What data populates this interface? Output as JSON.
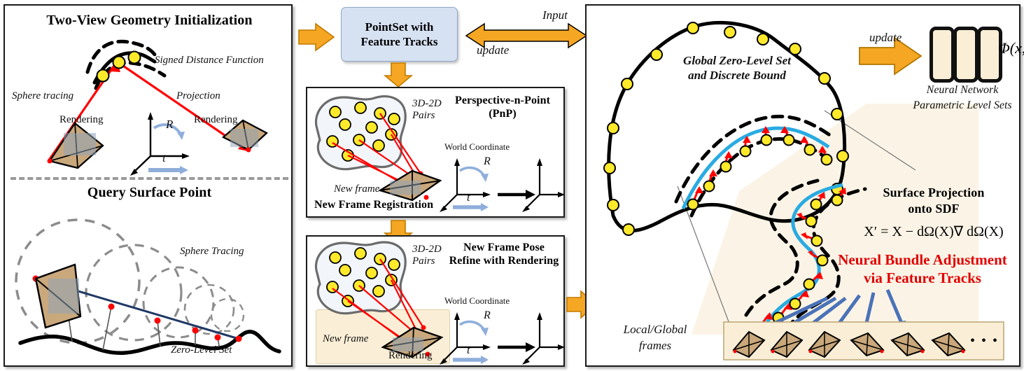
{
  "figure": {
    "kind": "method-pipeline-diagram"
  },
  "left_panel": {
    "title_top": "Two-View Geometry Initialization",
    "title_bottom": "Query Surface Point",
    "labels": {
      "sdf": "Signed Distance Function",
      "sphere_tracing": "Sphere tracing",
      "projection": "Projection",
      "rendering_left": "Rendering",
      "rendering_right": "Rendering",
      "rotation": "R",
      "translation": "t",
      "sphere_tracing_2": "Sphere Tracing",
      "zero_level_set": "Zero-Level Set"
    }
  },
  "middle_column": {
    "pointset_box": {
      "line1": "PointSet with",
      "line2": "Feature Tracks",
      "fill": "#D6E1F2"
    },
    "io_arrow": {
      "top_label": "Input",
      "bottom_label": "update"
    },
    "pnp_panel": {
      "title_line1": "Perspective-n-Point",
      "title_line2": "(PnP)",
      "footer": "New Frame Registration",
      "pairs_line1": "3D-2D",
      "pairs_line2": "Pairs",
      "new_frame": "New frame",
      "world_coordinate": "World Coordinate",
      "rotation": "R",
      "translation": "t"
    },
    "pose_panel": {
      "title_line1": "New Frame Pose",
      "title_line2": "Refine with Rendering",
      "pairs_line1": "3D-2D",
      "pairs_line2": "Pairs",
      "new_frame": "New frame",
      "rendering": "Rendering",
      "world_coordinate": "World Coordinate",
      "rotation": "R",
      "translation": "t"
    }
  },
  "right_panel": {
    "global_set_line1": "Global Zero-Level Set",
    "global_set_line2": "and Discrete Bound",
    "update_label": "update",
    "network": {
      "caption_line1": "Neural Network",
      "caption_line2": "Parametric Level Sets",
      "output_symbol": "Φ(x, θ)",
      "block_fill": "#FAEFD6"
    },
    "surface_projection": {
      "title_line1": "Surface Projection",
      "title_line2": "onto SDF",
      "formula": "X′ = X − dΩ(X)∇ dΩ(X)"
    },
    "highlight": {
      "line1": "Neural Bundle Adjustment",
      "line2": "via Feature Tracks",
      "color": "#e00000"
    },
    "frames_label_line1": "Local/Global",
    "frames_label_line2": "frames",
    "frames_ellipsis": "• • •"
  },
  "colors": {
    "arrow_orange": "#F5A623",
    "arrow_orange_dark": "#E09000",
    "point_yellow": "#FFE92B",
    "red": "#FF0000",
    "cyan": "#29ABE2",
    "blue_arrow": "#4A72B8",
    "cream": "#FAEFD6",
    "pointset_blue": "#D6E1F2",
    "gray_dash": "#9a9a9a"
  }
}
